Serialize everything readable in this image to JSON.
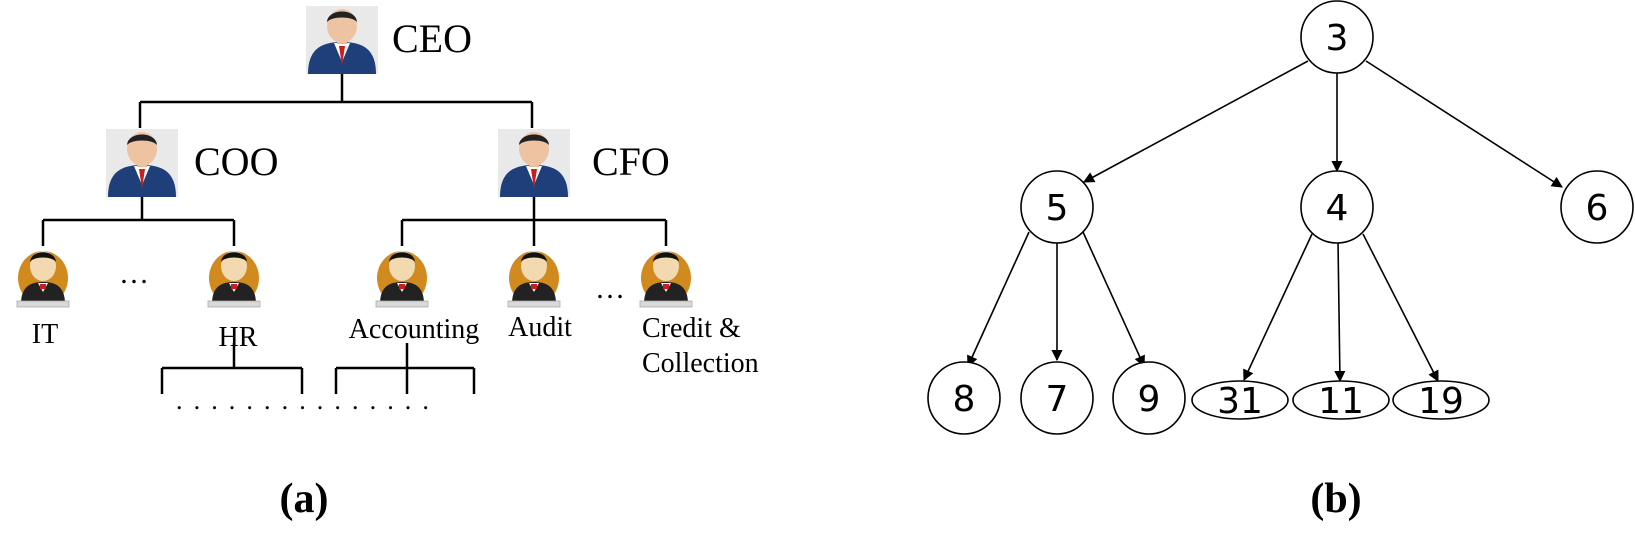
{
  "panel_a": {
    "label_open": "(",
    "label_letter": "a",
    "label_close": ")",
    "ceo": "CEO",
    "coo": "COO",
    "cfo": "CFO",
    "it": "IT",
    "hr": "HR",
    "accounting": "Accounting",
    "audit": "Audit",
    "credit_line1": "Credit &",
    "credit_line2": "Collection",
    "ellipsis_coo": "…",
    "ellipsis_cfo": "…",
    "bottom_dots": ". . . . . . . . . . . . . . ."
  },
  "panel_b": {
    "label_open": "(",
    "label_letter": "b",
    "label_close": ")",
    "root": "3",
    "level1": [
      "5",
      "4",
      "6"
    ],
    "level2_left": [
      "8",
      "7",
      "9"
    ],
    "level2_mid": [
      "31",
      "11",
      "19"
    ]
  }
}
